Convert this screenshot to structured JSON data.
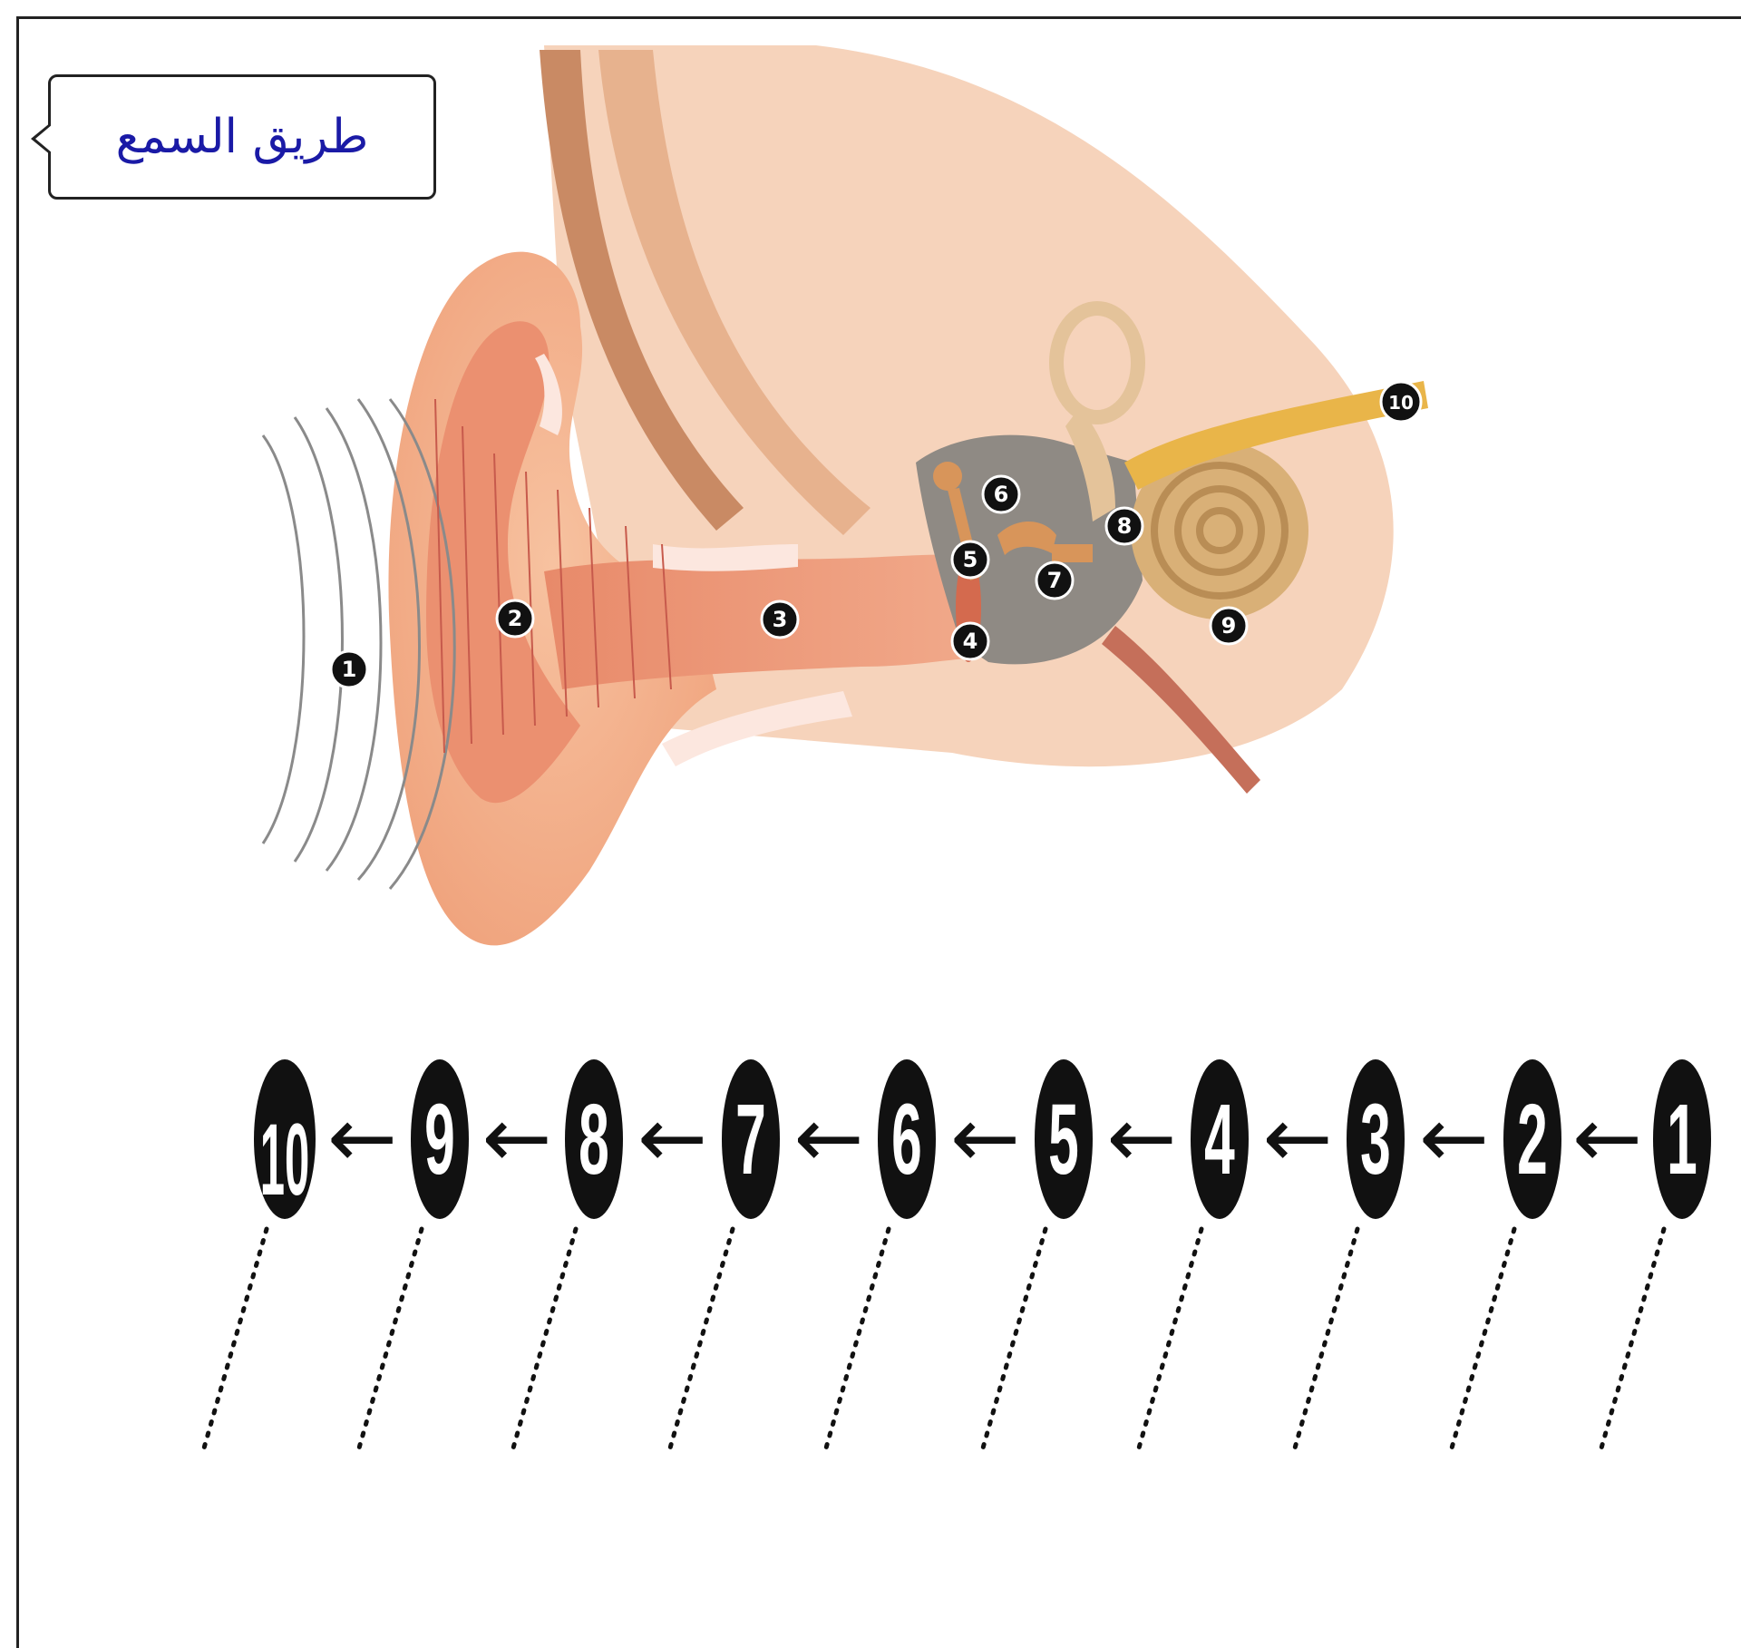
{
  "title": "طريق السمع",
  "diagram_labels": [
    "1",
    "2",
    "3",
    "4",
    "5",
    "6",
    "7",
    "8",
    "9",
    "10"
  ],
  "pathway_sequence": [
    "1",
    "2",
    "3",
    "4",
    "5",
    "6",
    "7",
    "8",
    "9",
    "10"
  ],
  "arrow_symbol": "←",
  "colors": {
    "title_text": "#1a1aa6",
    "marker_fill": "#111111",
    "marker_text": "#ffffff",
    "skin": "#f2a17a",
    "skin_dark": "#e2785a",
    "bone": "#f3c98a",
    "cochlea": "#d9b077",
    "nerve": "#e9b549",
    "cavity": "#8f8a84"
  }
}
